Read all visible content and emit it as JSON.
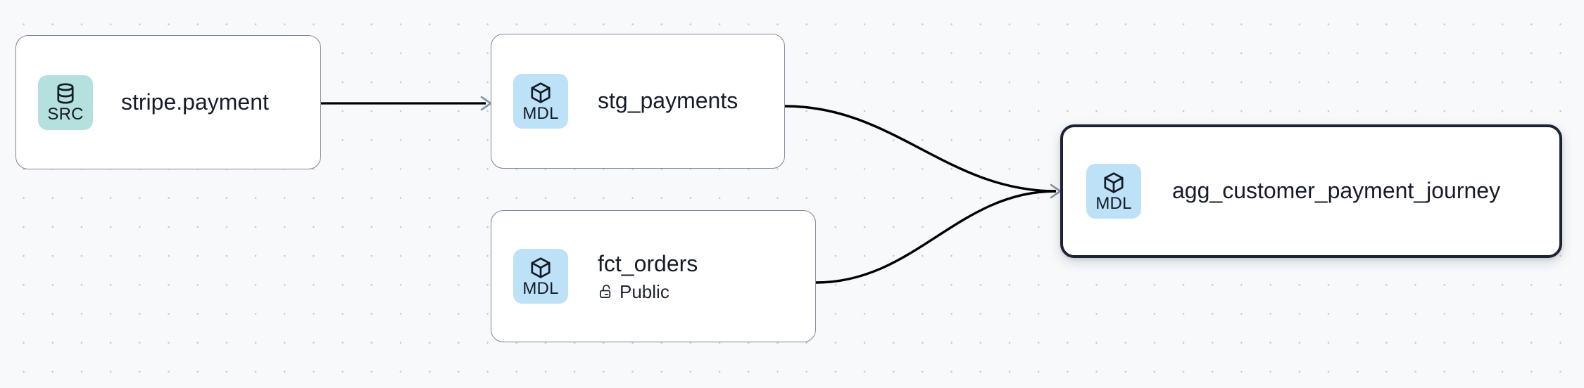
{
  "canvas": {
    "background_color": "#f7f9fb",
    "grid_dot_color": "#c3c8d4",
    "edge_color": "#000000",
    "arrowhead_color": "#8b93a4"
  },
  "graph": {
    "nodes": [
      {
        "id": "stripe-payment",
        "title": "stripe.payment",
        "badge_label": "SRC",
        "badge_icon": "database-icon",
        "badge_color": "#b4e0dd",
        "subtitle": null,
        "selected": false
      },
      {
        "id": "stg-payments",
        "title": "stg_payments",
        "badge_label": "MDL",
        "badge_icon": "cube-icon",
        "badge_color": "#bde1f7",
        "subtitle": null,
        "selected": false
      },
      {
        "id": "fct-orders",
        "title": "fct_orders",
        "badge_label": "MDL",
        "badge_icon": "cube-icon",
        "badge_color": "#bde1f7",
        "subtitle": "Public",
        "subtitle_icon": "unlock-icon",
        "selected": false
      },
      {
        "id": "agg-journey",
        "title": "agg_customer_payment_journey",
        "badge_label": "MDL",
        "badge_icon": "cube-icon",
        "badge_color": "#bde1f7",
        "subtitle": null,
        "selected": true,
        "border_color": "#1c2333"
      }
    ],
    "edges": [
      {
        "id": "edge-stripe-to-stg",
        "from": "stripe-payment",
        "to": "stg-payments",
        "style": "straight"
      },
      {
        "id": "edge-stg-to-agg",
        "from": "stg-payments",
        "to": "agg-journey",
        "style": "bezier"
      },
      {
        "id": "edge-fct-to-agg",
        "from": "fct-orders",
        "to": "agg-journey",
        "style": "bezier"
      }
    ]
  }
}
